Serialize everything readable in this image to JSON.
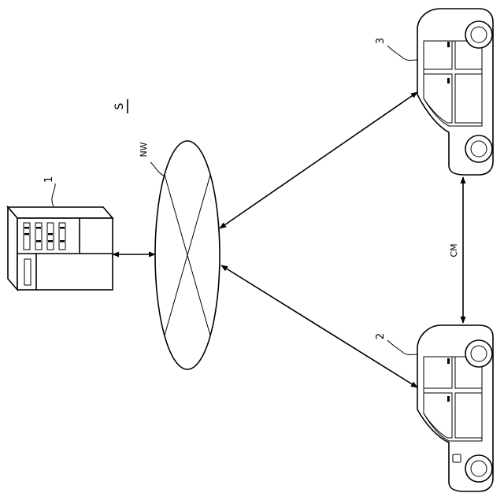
{
  "labels": {
    "system": "S",
    "network": "NW",
    "server": "1",
    "vehicle_a": "2",
    "vehicle_b": "3",
    "comm": "CM"
  }
}
